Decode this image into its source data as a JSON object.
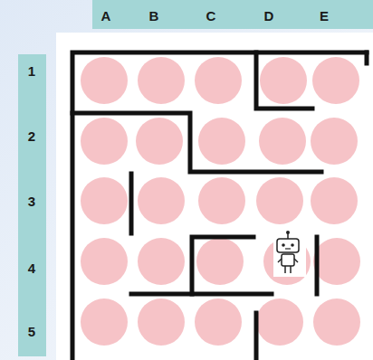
{
  "diagram": {
    "labels": [
      "A",
      "B",
      "C",
      "D",
      "E",
      "1",
      "2",
      "3",
      "4",
      "5"
    ]
  }
}
